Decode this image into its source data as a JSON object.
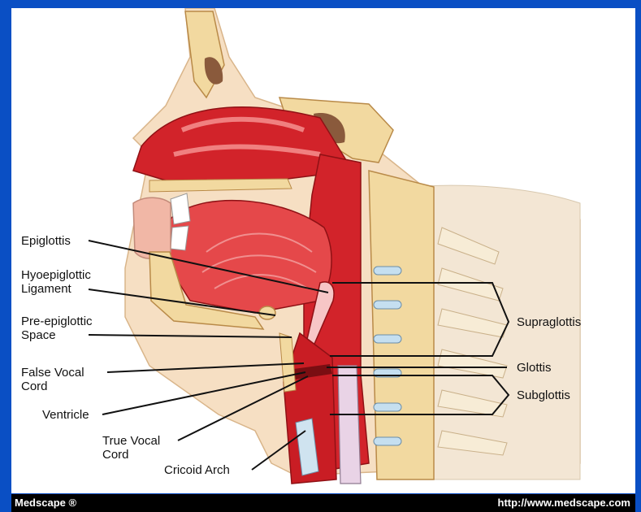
{
  "labels": {
    "epiglottis": "Epiglottis",
    "hyoepiglottic_line1": "Hyoepiglottic",
    "hyoepiglottic_line2": "Ligament",
    "preepiglottic_line1": "Pre-epiglottic",
    "preepiglottic_line2": "Space",
    "false_vocal_line1": "False Vocal",
    "false_vocal_line2": "Cord",
    "ventricle": "Ventricle",
    "true_vocal_line1": "True Vocal",
    "true_vocal_line2": "Cord",
    "cricoid_arch": "Cricoid Arch",
    "supraglottis": "Supraglottis",
    "glottis": "Glottis",
    "subglottis": "Subglottis"
  },
  "footer": {
    "brand": "Medscape ®",
    "url": "http://www.medscape.com"
  },
  "colors": {
    "frame": "#0a4fc4",
    "tissue_red": "#d2232a",
    "tissue_light": "#ef7f7f",
    "bone": "#f2d9a0",
    "skin": "#f6dfc3"
  }
}
